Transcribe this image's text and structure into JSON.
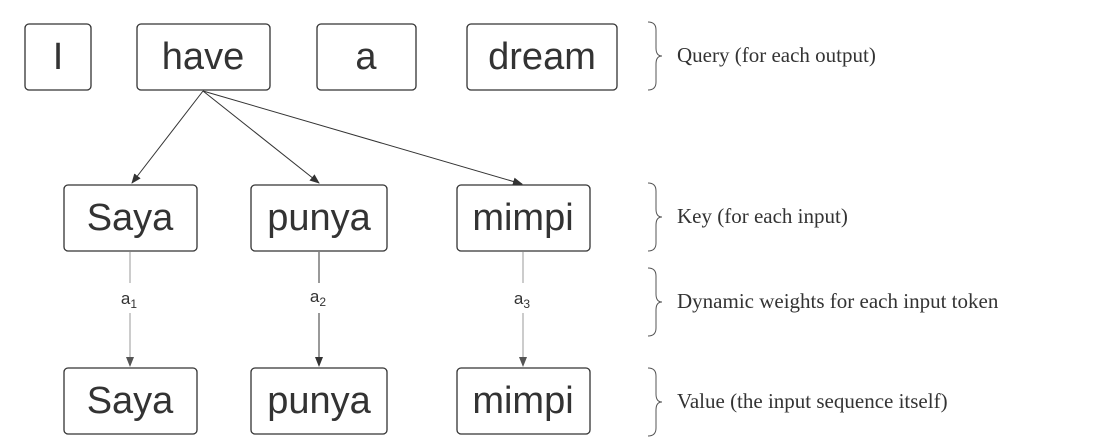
{
  "rows": {
    "query": {
      "label": "Query (for each output)",
      "tokens": [
        "I",
        "have",
        "a",
        "dream"
      ]
    },
    "key": {
      "label": "Key (for each input)",
      "tokens": [
        "Saya",
        "punya",
        "mimpi"
      ]
    },
    "weights": {
      "label": "Dynamic weights for each input token",
      "items": [
        {
          "base": "a",
          "sub": "1"
        },
        {
          "base": "a",
          "sub": "2"
        },
        {
          "base": "a",
          "sub": "3"
        }
      ]
    },
    "value": {
      "label": "Value (the input sequence itself)",
      "tokens": [
        "Saya",
        "punya",
        "mimpi"
      ]
    }
  },
  "colors": {
    "stroke": "#333333",
    "light_stroke": "#999999",
    "text": "#333333",
    "background": "#ffffff"
  }
}
